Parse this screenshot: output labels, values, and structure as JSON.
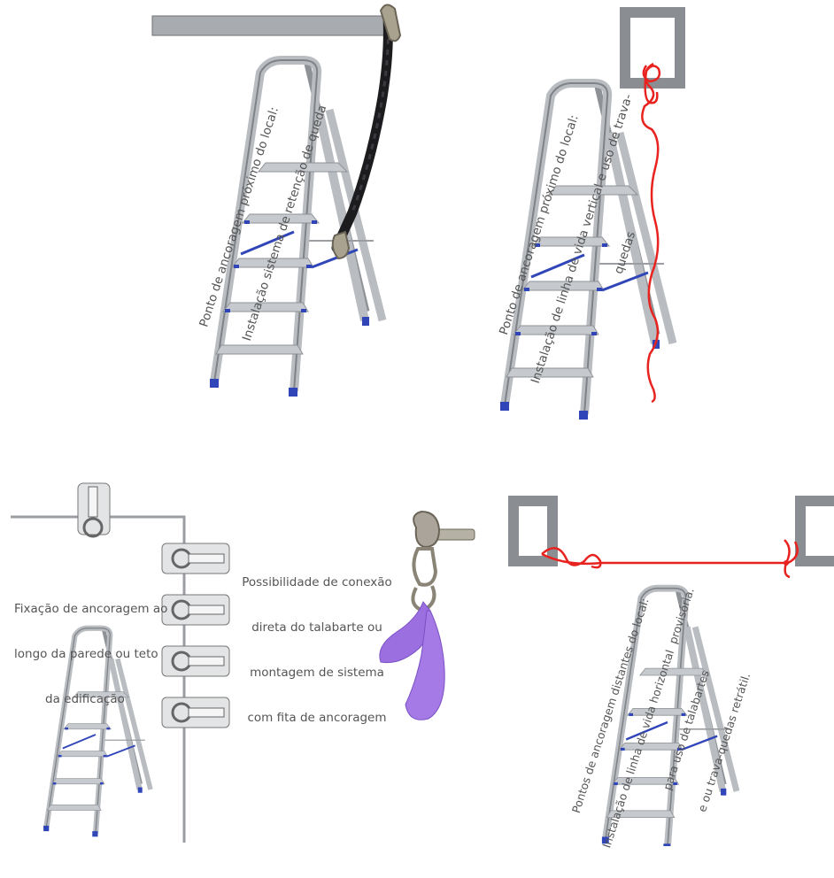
{
  "captions": {
    "p1_line1": "Ponto de ancoragem próximo do local:",
    "p1_line2": "Instalação sistema de retenção de queda",
    "p2_line1": "Ponto de ancoragem próximo do local:",
    "p2_line2": "Instalação de linha de vida vertical e uso de trava-",
    "p2_line3": "quedas",
    "p3_line1": "Fixação de ancoragem ao",
    "p3_line2": "longo da parede ou teto",
    "p3_line3": "da edificação",
    "p4_line1": "Possibilidade de conexão",
    "p4_line2": "direta do talabarte ou",
    "p4_line3": "montagem de sistema",
    "p4_line4": "com fita de ancoragem",
    "p5_line1": "Pontos de ancoragem distantes do local:",
    "p5_line2": "Instalação de linha de vida horizontal  provisória.",
    "p5_line3": "para uso de talabartes",
    "p5_line4": "e ou trava-quedas retrátil."
  },
  "colors": {
    "ladder": "#b9bcc0",
    "ladder_edge": "#7f8388",
    "step_accent": "#2f45b8",
    "beam": "#a8abb0",
    "lifeline": "#e8231f",
    "lanyard": "#1c1c1e",
    "sling": "#9b6fe0",
    "caption": "#555555"
  },
  "icons": [
    "ladder-icon",
    "anchor-eyebolt-icon",
    "carabiner-icon",
    "lanyard-icon",
    "webbing-sling-icon",
    "knot-icon"
  ]
}
